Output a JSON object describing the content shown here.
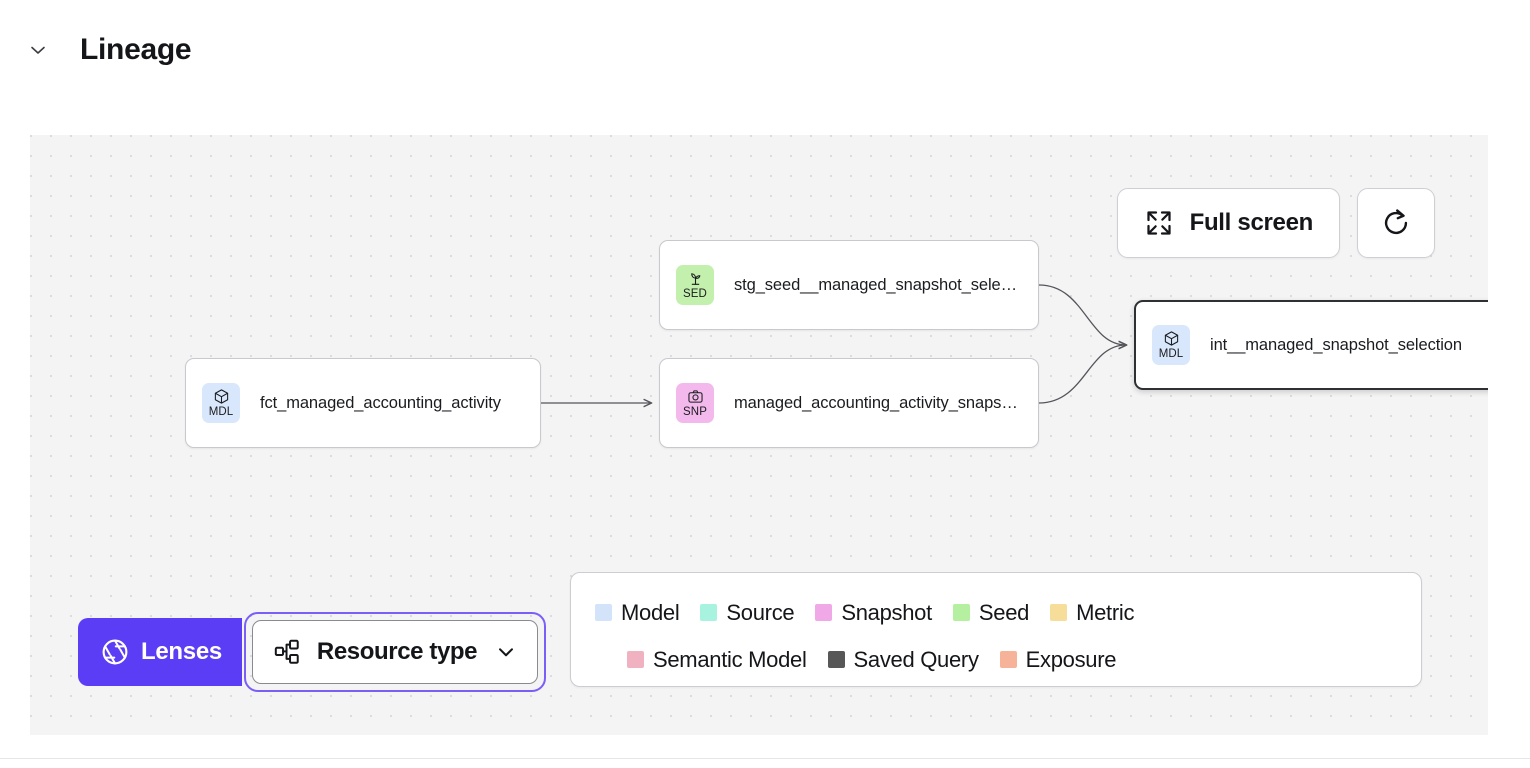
{
  "section": {
    "title": "Lineage",
    "collapse_icon": "chevron-down-icon"
  },
  "canvas": {
    "background_color": "#f4f4f5",
    "dot_color": "#dcdcdf"
  },
  "controls": {
    "fullscreen_label": "Full screen",
    "fullscreen_icon": "expand-icon",
    "refresh_icon": "refresh-icon"
  },
  "toolbar": {
    "lenses_label": "Lenses",
    "lenses_icon": "aperture-icon",
    "lenses_color": "#5b3df5",
    "resource_type_label": "Resource type",
    "resource_type_icon": "sitemap-icon",
    "chevron_icon": "chevron-down-icon",
    "focus_ring_color": "#7b5ef7"
  },
  "graph": {
    "nodes": [
      {
        "id": "fct_managed_accounting_activity",
        "label": "fct_managed_accounting_activity",
        "badge_abbr": "MDL",
        "badge_icon": "cube-icon",
        "badge_color": "#d8e7fb",
        "resource_type": "Model",
        "selected": false
      },
      {
        "id": "stg_seed__managed_snapshot_selection",
        "label": "stg_seed__managed_snapshot_selecti...",
        "badge_abbr": "SED",
        "badge_icon": "sprout-icon",
        "badge_color": "#c3f0ad",
        "resource_type": "Seed",
        "selected": false
      },
      {
        "id": "managed_accounting_activity_snapshot",
        "label": "managed_accounting_activity_snapshot",
        "badge_abbr": "SNP",
        "badge_icon": "camera-icon",
        "badge_color": "#f3b9ec",
        "resource_type": "Snapshot",
        "selected": false
      },
      {
        "id": "int__managed_snapshot_selection",
        "label": "int__managed_snapshot_selection",
        "badge_abbr": "MDL",
        "badge_icon": "cube-icon",
        "badge_color": "#d8e7fb",
        "resource_type": "Model",
        "selected": true
      }
    ],
    "edges": [
      {
        "from": "fct_managed_accounting_activity",
        "to": "managed_accounting_activity_snapshot"
      },
      {
        "from": "stg_seed__managed_snapshot_selection",
        "to": "int__managed_snapshot_selection"
      },
      {
        "from": "managed_accounting_activity_snapshot",
        "to": "int__managed_snapshot_selection"
      }
    ],
    "edge_color": "#54555a"
  },
  "legend": {
    "row_1": [
      {
        "label": "Model",
        "color": "#d3e4fa"
      },
      {
        "label": "Source",
        "color": "#a8f2e0"
      },
      {
        "label": "Snapshot",
        "color": "#f0a8e6"
      },
      {
        "label": "Seed",
        "color": "#b4f0a0"
      },
      {
        "label": "Metric",
        "color": "#f7dd9a"
      }
    ],
    "row_2": [
      {
        "label": "Semantic Model",
        "color": "#f0b2c0"
      },
      {
        "label": "Saved Query",
        "color": "#575757"
      },
      {
        "label": "Exposure",
        "color": "#f7b39a"
      }
    ]
  }
}
